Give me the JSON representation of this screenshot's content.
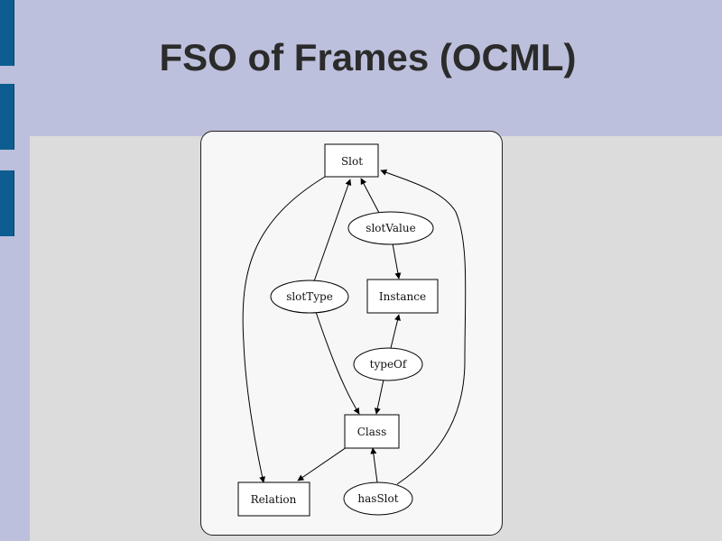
{
  "slide": {
    "title": "FSO of Frames (OCML)"
  },
  "diagram": {
    "nodes": {
      "slot": "Slot",
      "slot_value": "slotValue",
      "slot_type": "slotType",
      "instance": "Instance",
      "type_of": "typeOf",
      "class": "Class",
      "relation": "Relation",
      "has_slot": "hasSlot"
    }
  }
}
